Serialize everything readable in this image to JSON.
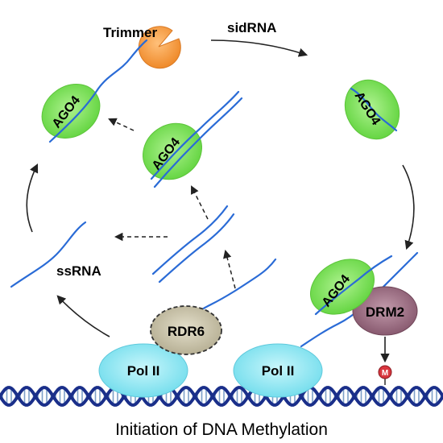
{
  "labels": {
    "trimmer": "Trimmer",
    "sidrna": "sidRNA",
    "ago4": "AGO4",
    "ssrna": "ssRNA",
    "rdr6": "RDR6",
    "pol2": "Pol II",
    "drm2": "DRM2",
    "methyl_mark": "M",
    "caption": "Initiation of DNA Methylation"
  },
  "colors": {
    "ago4": "#7fe35e",
    "pol2": "#8fe6f2",
    "rdr6": "#c8c2a8",
    "drm2": "#9c6e82",
    "trimmer": "#f59a3d",
    "rna": "#2a6bd6",
    "dna_strand": "#1a2f8a",
    "methyl": "#d9363e"
  }
}
